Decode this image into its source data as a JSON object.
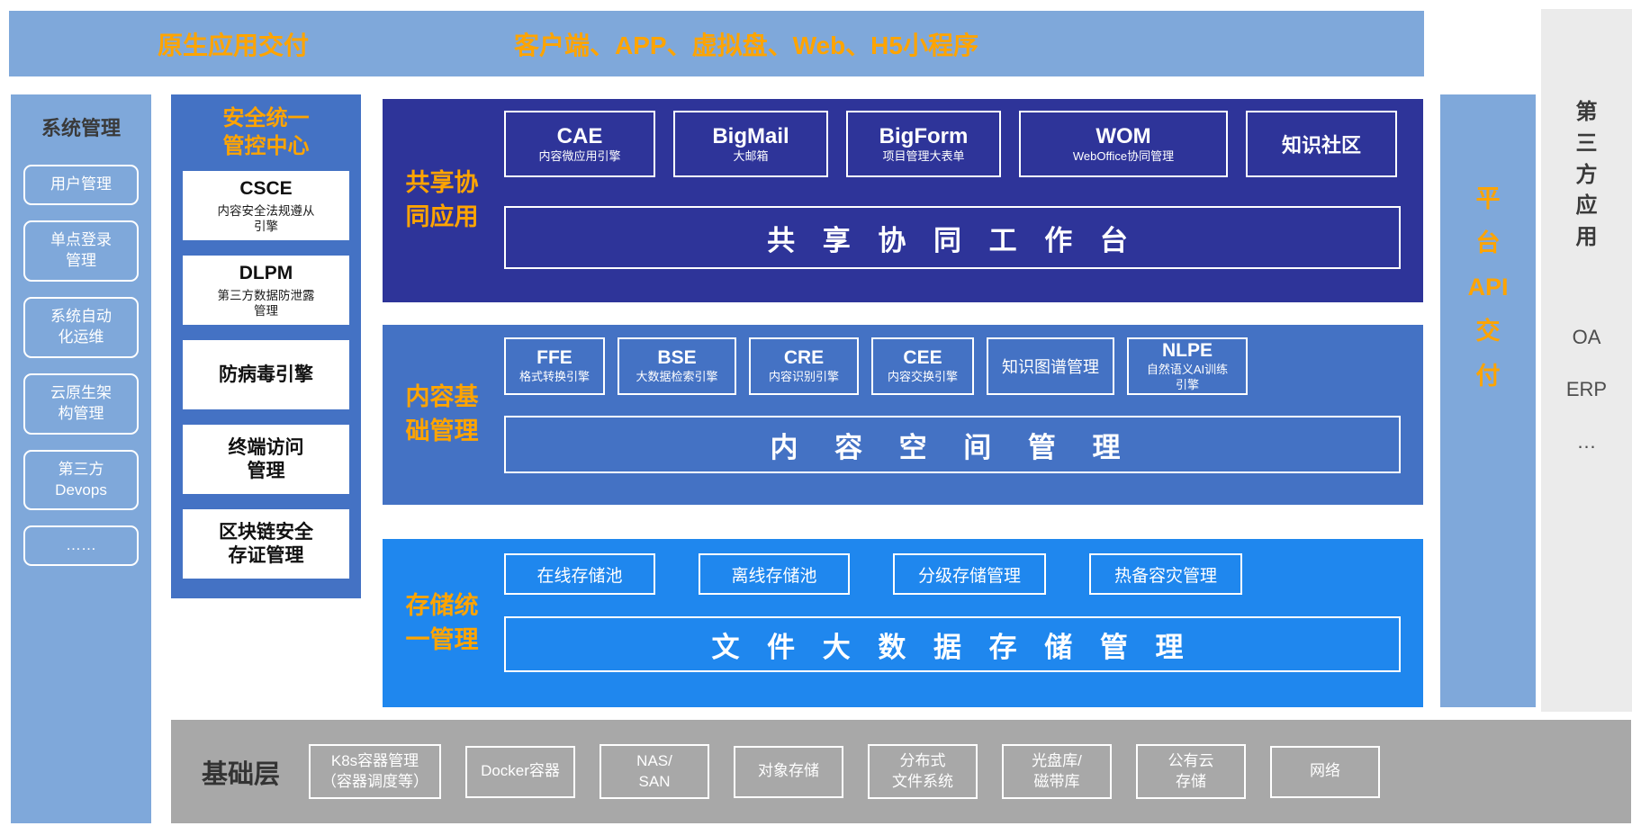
{
  "palette": {
    "light_blue": "#7FA8DA",
    "medium_blue": "#4472C4",
    "navy": "#2E3499",
    "bright_blue": "#1F87EE",
    "accent_orange": "#FFA400",
    "gray_bar": "#A8A8A8",
    "gray_panel": "#EBEBEB"
  },
  "top_banner": {
    "left_label": "原生应用交付",
    "right_label": "客户端、APP、虚拟盘、Web、H5小程序"
  },
  "system_management": {
    "title": "系统管理",
    "items": [
      "用户管理",
      "单点登录\n管理",
      "系统自动\n化运维",
      "云原生架\n构管理",
      "第三方\nDevops",
      "……"
    ]
  },
  "security_center": {
    "title": "安全统一\n管控中心",
    "items": [
      {
        "name": "CSCE",
        "desc": "内容安全法规遵从\n引擎"
      },
      {
        "name": "DLPM",
        "desc": "第三方数据防泄露\n管理"
      },
      {
        "name": "防病毒引擎",
        "desc": ""
      },
      {
        "name": "终端访问\n管理",
        "desc": ""
      },
      {
        "name": "区块链安全\n存证管理",
        "desc": ""
      }
    ]
  },
  "sections": {
    "collaboration": {
      "label": "共享协\n同应用",
      "modules": [
        {
          "name": "CAE",
          "desc": "内容微应用引擎"
        },
        {
          "name": "BigMail",
          "desc": "大邮箱"
        },
        {
          "name": "BigForm",
          "desc": "项目管理大表单"
        },
        {
          "name": "WOM",
          "desc": "WebOffice协同管理"
        },
        {
          "name": "知识社区",
          "desc": ""
        }
      ],
      "bar": "共 享 协 同 工 作 台"
    },
    "content": {
      "label": "内容基\n础管理",
      "modules": [
        {
          "name": "FFE",
          "desc": "格式转换引擎"
        },
        {
          "name": "BSE",
          "desc": "大数据检索引擎"
        },
        {
          "name": "CRE",
          "desc": "内容识别引擎"
        },
        {
          "name": "CEE",
          "desc": "内容交换引擎"
        },
        {
          "name": "知识图谱管理",
          "desc": ""
        },
        {
          "name": "NLPE",
          "desc": "自然语义AI训练\n引擎"
        }
      ],
      "bar": "内 容 空 间 管 理"
    },
    "storage": {
      "label": "存储统\n一管理",
      "modules": [
        {
          "name": "在线存储池"
        },
        {
          "name": "离线存储池"
        },
        {
          "name": "分级存储管理"
        },
        {
          "name": "热备容灾管理"
        }
      ],
      "bar": "文 件 大 数 据 存 储 管 理"
    }
  },
  "api_column": {
    "label": "平\n台\nAPI\n交\n付"
  },
  "third_party": {
    "title": "第\n三\n方\n应\n用",
    "items": [
      "OA",
      "ERP",
      "…"
    ]
  },
  "infrastructure": {
    "title": "基础层",
    "items": [
      "K8s容器管理\n（容器调度等）",
      "Docker容器",
      "NAS/\nSAN",
      "对象存储",
      "分布式\n文件系统",
      "光盘库/\n磁带库",
      "公有云\n存储",
      "网络"
    ]
  }
}
